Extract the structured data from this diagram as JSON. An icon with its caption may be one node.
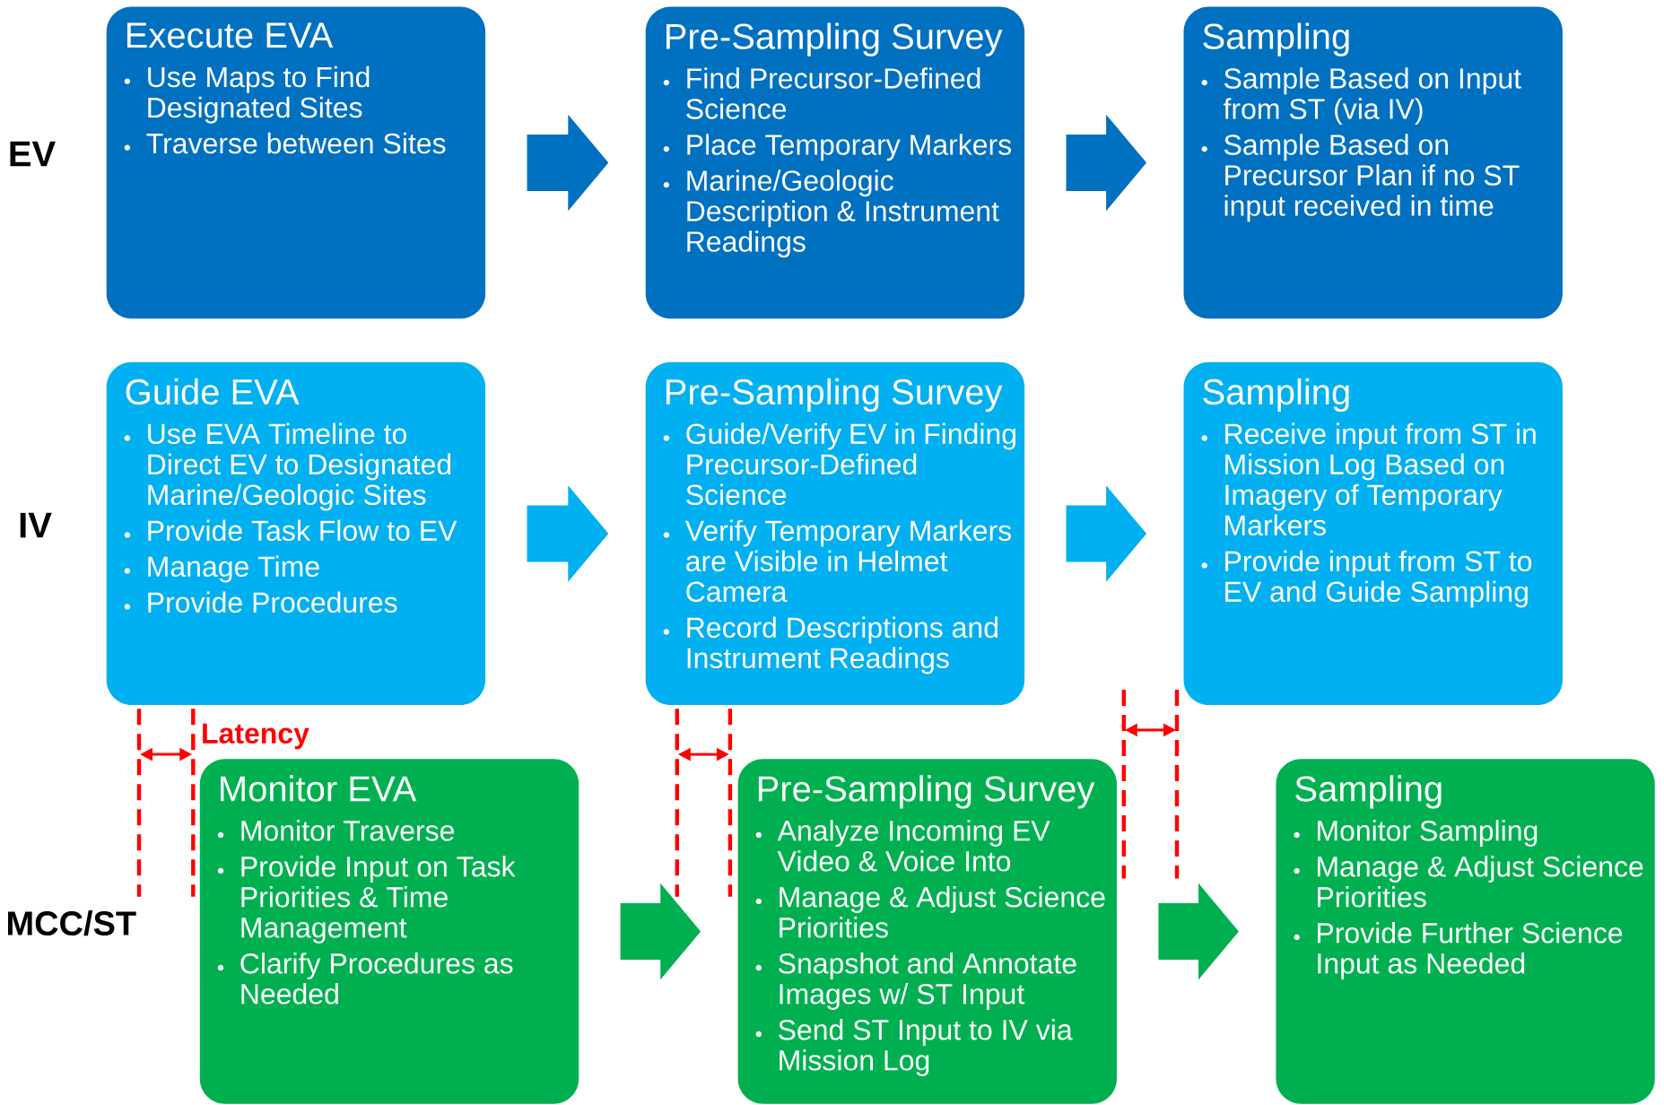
{
  "diagram": {
    "nodes": [
      {
        "text": [
          "Execute EVA",
          "Use Maps to Find Designated Sites",
          "Traverse between Sites"
        ]
      },
      {
        "text": [
          "Pre-Sampling Survey",
          "Find Precursor-Defined Science",
          "Place Temporary Markers",
          "Marine/Geologic Description & Instrument Readings"
        ]
      },
      {
        "text": [
          "Sampling",
          "Sample Based on Input from ST (via IV)",
          "Sample Based on Precursor Plan if no ST input received in time"
        ]
      },
      {
        "text": [
          "Guide EVA",
          "Use EVA Timeline to Direct EV to Designated Marine/Geologic Sites",
          "Provide Task Flow to EV",
          "Manage Time",
          "Provide Procedures"
        ]
      },
      {
        "text": [
          "Pre-Sampling Survey",
          "Guide/Verify EV in Finding Precursor-Defined Science",
          "Verify Temporary Markers are Visible in Helmet Camera",
          "Record Descriptions and Instrument Readings"
        ]
      },
      {
        "text": [
          "Sampling",
          "Receive input from ST in Mission Log Based on Imagery of Temporary Markers",
          "Provide input from ST to EV and Guide Sampling"
        ]
      },
      {
        "text": [
          "Monitor EVA",
          "Monitor Traverse",
          "Provide Input on Task Priorities & Time Management",
          "Clarify Procedures as Needed"
        ]
      },
      {
        "text": [
          "Pre-Sampling Survey",
          "Analyze Incoming EV Video & Voice Into",
          "Manage & Adjust Science Priorities",
          "Snapshot and Annotate Images w/ ST Input",
          "Send ST Input to IV via Mission Log"
        ]
      },
      {
        "text": [
          "Sampling",
          "Monitor Sampling",
          "Manage & Adjust Science Priorities",
          "Provide Further Science Input as Needed"
        ]
      }
    ],
    "edges": [
      {
        "from": 0,
        "to": 1,
        "arrow": "to",
        "color": "#0070c0"
      },
      {
        "from": 1,
        "to": 2,
        "arrow": "to",
        "color": "#0070c0"
      },
      {
        "from": 3,
        "to": 4,
        "arrow": "to",
        "color": "#00b0f0"
      },
      {
        "from": 4,
        "to": 5,
        "arrow": "to",
        "color": "#00b0f0"
      },
      {
        "from": 6,
        "to": 7,
        "arrow": "to",
        "color": "#00b050"
      },
      {
        "from": 7,
        "to": 8,
        "arrow": "to",
        "color": "#00b050"
      }
    ],
    "labels": [
      "EV",
      "IV",
      "MCC/ST",
      "Latency"
    ]
  }
}
